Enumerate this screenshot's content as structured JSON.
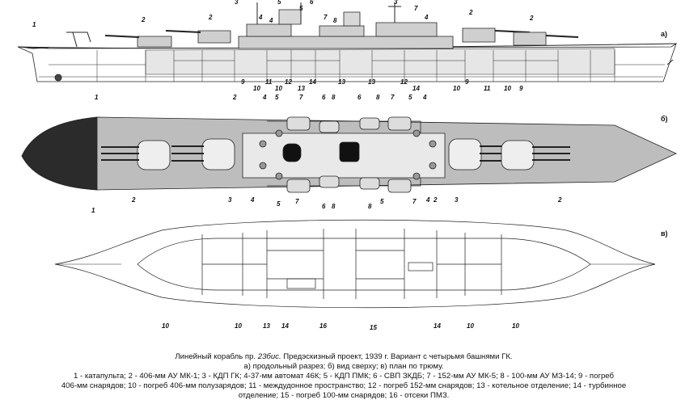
{
  "panels": {
    "b_letter": "б)",
    "v_letter": "в)"
  },
  "labels": {
    "side": [
      {
        "id": "1",
        "t": "1"
      },
      {
        "id": "2a",
        "t": "2"
      },
      {
        "id": "2b",
        "t": "2"
      },
      {
        "id": "3",
        "t": "3"
      },
      {
        "id": "4a",
        "t": "4"
      },
      {
        "id": "4b",
        "t": "4"
      },
      {
        "id": "5a",
        "t": "5"
      },
      {
        "id": "5b",
        "t": "5"
      },
      {
        "id": "6",
        "t": "6"
      },
      {
        "id": "7a",
        "t": "7"
      },
      {
        "id": "8a",
        "t": "8"
      },
      {
        "id": "3b",
        "t": "3"
      },
      {
        "id": "7b",
        "t": "7"
      },
      {
        "id": "4c",
        "t": "4"
      },
      {
        "id": "2c",
        "t": "2"
      },
      {
        "id": "2d",
        "t": "2"
      },
      {
        "id": "9a",
        "t": "9"
      },
      {
        "id": "10a",
        "t": "10"
      },
      {
        "id": "11a",
        "t": "11"
      },
      {
        "id": "10b",
        "t": "10"
      },
      {
        "id": "12a",
        "t": "12"
      },
      {
        "id": "13a",
        "t": "13"
      },
      {
        "id": "14a",
        "t": "14"
      },
      {
        "id": "13b",
        "t": "13"
      },
      {
        "id": "13c",
        "t": "13"
      },
      {
        "id": "12b",
        "t": "12"
      },
      {
        "id": "14b",
        "t": "14"
      },
      {
        "id": "10c",
        "t": "10"
      },
      {
        "id": "9b",
        "t": "9"
      },
      {
        "id": "11b",
        "t": "11"
      },
      {
        "id": "10d",
        "t": "10"
      },
      {
        "id": "9c",
        "t": "9"
      }
    ],
    "top": [
      {
        "id": "1",
        "t": "1"
      },
      {
        "id": "1b",
        "t": "1"
      },
      {
        "id": "2",
        "t": "2"
      },
      {
        "id": "2b",
        "t": "2"
      },
      {
        "id": "2c",
        "t": "2"
      },
      {
        "id": "2d",
        "t": "2"
      },
      {
        "id": "3",
        "t": "3"
      },
      {
        "id": "3b",
        "t": "3"
      },
      {
        "id": "4",
        "t": "4"
      },
      {
        "id": "4b",
        "t": "4"
      },
      {
        "id": "4c",
        "t": "4"
      },
      {
        "id": "4d",
        "t": "4"
      },
      {
        "id": "5",
        "t": "5"
      },
      {
        "id": "5b",
        "t": "5"
      },
      {
        "id": "5c",
        "t": "5"
      },
      {
        "id": "5d",
        "t": "5"
      },
      {
        "id": "6",
        "t": "6"
      },
      {
        "id": "6b",
        "t": "6"
      },
      {
        "id": "6c",
        "t": "6"
      },
      {
        "id": "7",
        "t": "7"
      },
      {
        "id": "7b",
        "t": "7"
      },
      {
        "id": "7c",
        "t": "7"
      },
      {
        "id": "7d",
        "t": "7"
      },
      {
        "id": "8",
        "t": "8"
      },
      {
        "id": "8b",
        "t": "8"
      },
      {
        "id": "8c",
        "t": "8"
      },
      {
        "id": "8d",
        "t": "8"
      }
    ],
    "plan": [
      {
        "id": "10a",
        "t": "10"
      },
      {
        "id": "10b",
        "t": "10"
      },
      {
        "id": "13",
        "t": "13"
      },
      {
        "id": "14a",
        "t": "14"
      },
      {
        "id": "16",
        "t": "16"
      },
      {
        "id": "15",
        "t": "15"
      },
      {
        "id": "14b",
        "t": "14"
      },
      {
        "id": "10c",
        "t": "10"
      },
      {
        "id": "10d",
        "t": "10"
      }
    ]
  },
  "caption": {
    "line1_a": "Линейный корабль пр. ",
    "line1_it": "23бис.",
    "line1_b": " Предэскизный проект, 1939 г. Вариант с четырьмя башнями ГК.",
    "line2": "а) продольный разрез; б) вид сверху; в) план по трюму.",
    "line3": "1 - катапульта; 2 - 406-мм АУ МК-1; 3 - КДП ГК; 4-37-мм автомат 46К; 5 - КДП ПМК; 6 - СВП ЗКДБ; 7 - 152-мм АУ МК-5; 8 - 100-мм АУ МЗ-14; 9 - погреб",
    "line4": "406-мм снарядов; 10 - погреб 406-мм полузарядов; 11 - междудонное пространство; 12 - погреб 152-мм снарядов; 13 - котельное отделение; 14 - турбинное",
    "line5": "отделение; 15 - погреб 100-мм снарядов; 16 - отсеки ПМЗ."
  }
}
